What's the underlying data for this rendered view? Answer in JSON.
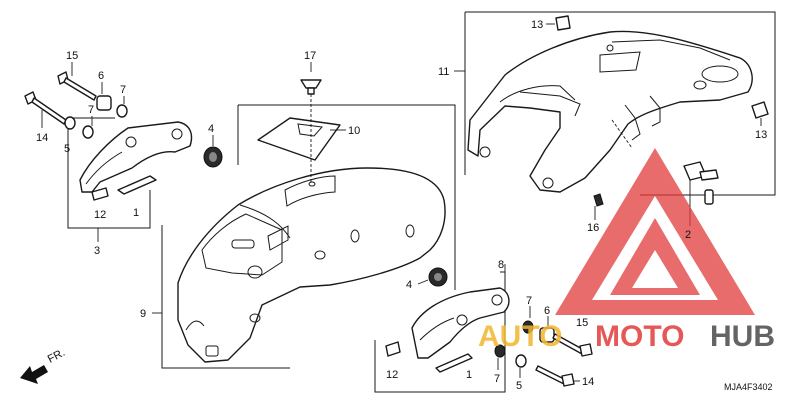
{
  "labels": {
    "p1a": "1",
    "p1b": "1",
    "p2": "2",
    "p3": "3",
    "p4a": "4",
    "p4b": "4",
    "p5a": "5",
    "p5b": "5",
    "p6a": "6",
    "p6b": "6",
    "p7a": "7",
    "p7b": "7",
    "p7c": "7",
    "p7d": "7",
    "p8": "8",
    "p9": "9",
    "p10": "10",
    "p11": "11",
    "p12a": "12",
    "p12b": "12",
    "p13a": "13",
    "p13b": "13",
    "p14a": "14",
    "p14b": "14",
    "p15a": "15",
    "p15b": "15",
    "p16": "16",
    "p17": "17"
  },
  "front_indicator": "FR.",
  "drawing_code": "MJA4F3402",
  "watermark": {
    "part1": "AUTO",
    "part2": "MOTO",
    "part3": "HUB"
  },
  "colors": {
    "watermark_red": "#e23b3b",
    "watermark_orange": "#f2b630",
    "watermark_gray": "#4a4a4a"
  }
}
